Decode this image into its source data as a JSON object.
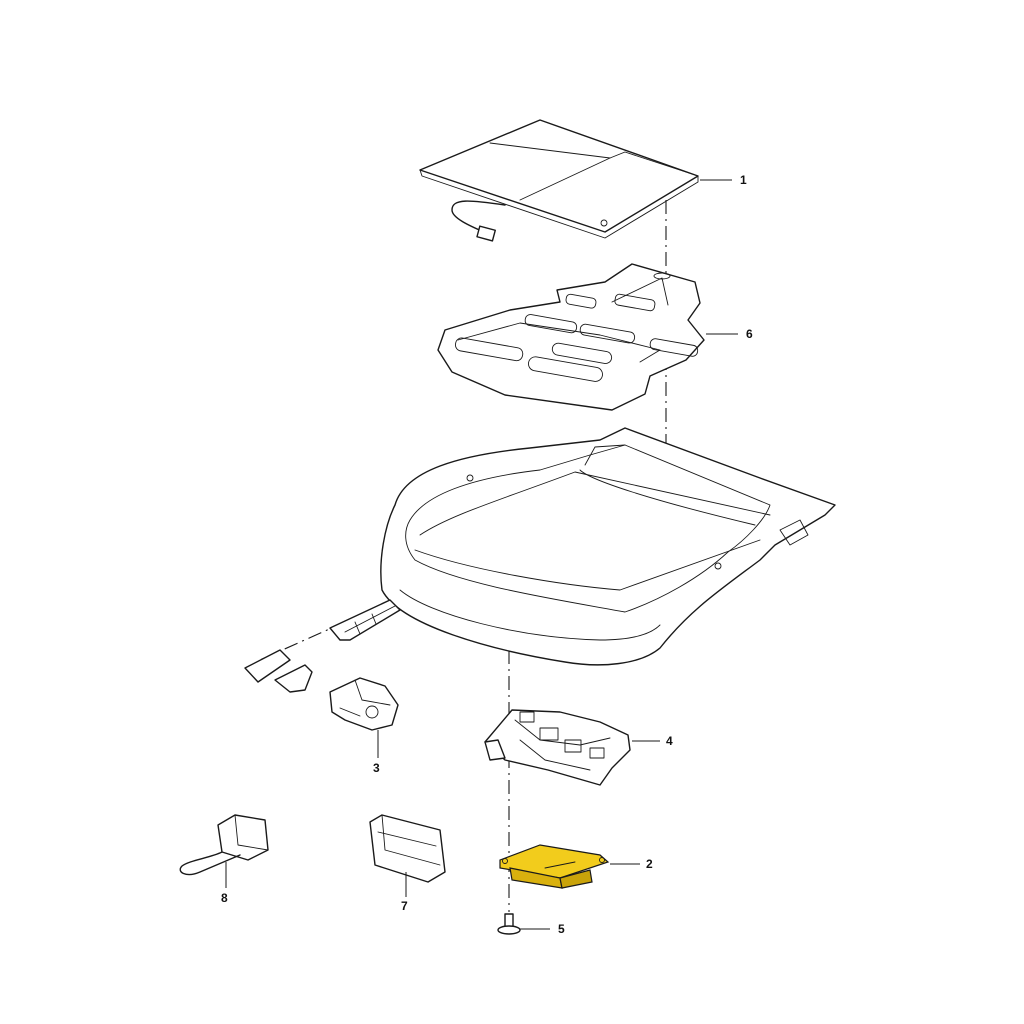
{
  "diagram": {
    "callouts": [
      {
        "id": "1",
        "label": "1"
      },
      {
        "id": "6",
        "label": "6"
      },
      {
        "id": "4",
        "label": "4"
      },
      {
        "id": "3",
        "label": "3"
      },
      {
        "id": "2",
        "label": "2"
      },
      {
        "id": "8",
        "label": "8"
      },
      {
        "id": "7",
        "label": "7"
      },
      {
        "id": "5",
        "label": "5"
      }
    ],
    "highlight_color": "#f2cc1c",
    "line_color": "#1a1a1a"
  }
}
